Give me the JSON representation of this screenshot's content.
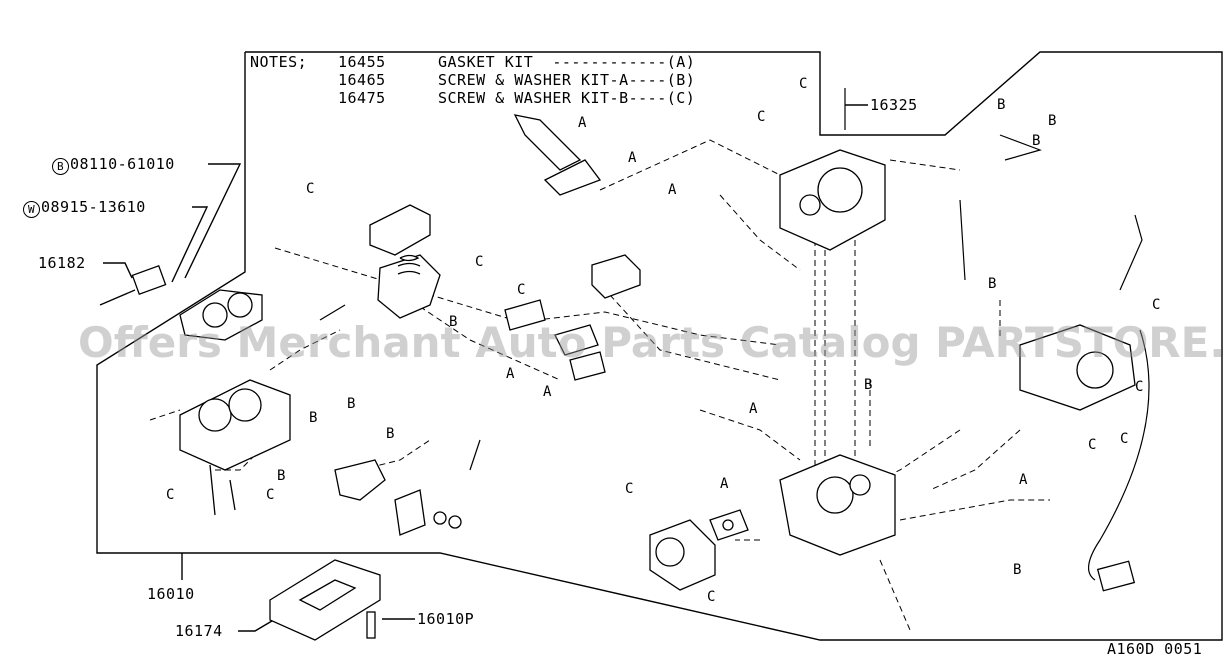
{
  "notes": {
    "heading": "NOTES;",
    "rows": [
      {
        "part": "16455",
        "desc": "GASKET KIT  ------------(A)"
      },
      {
        "part": "16465",
        "desc": "SCREW & WASHER KIT-A----(B)"
      },
      {
        "part": "16475",
        "desc": "SCREW & WASHER KIT-B----(C)"
      }
    ]
  },
  "parts": {
    "bolt_prefix": "B",
    "bolt": "08110-61010",
    "washer_prefix": "W",
    "washer": "08915-13610",
    "p16182": "16182",
    "p16325": "16325",
    "p16010": "16010",
    "p16174": "16174",
    "p16010P": "16010P"
  },
  "letters": {
    "a": "A",
    "b": "B",
    "c": "C"
  },
  "diagram_code": "A160D 0051",
  "watermark": "Offers Merchant Auto Parts Catalog PARTSTORE.USA"
}
